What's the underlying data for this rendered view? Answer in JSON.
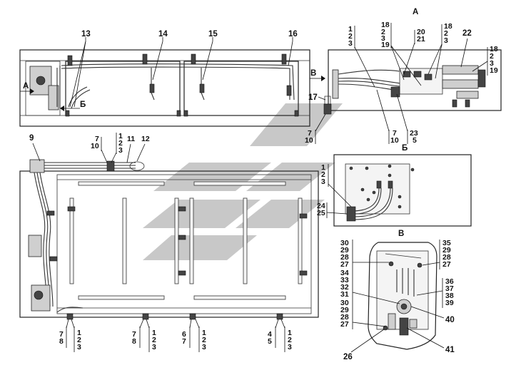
{
  "views": {
    "a": "А",
    "b": "Б",
    "v": "В"
  },
  "arrows": {
    "a_left": "А",
    "b_mid": "Б",
    "v_mid": "В"
  },
  "top_labels": [
    "13",
    "14",
    "15",
    "16"
  ],
  "view_a_labels": {
    "left_stack": [
      "1",
      "2",
      "3"
    ],
    "mid_stack": [
      "18",
      "2",
      "3",
      "19"
    ],
    "n20_21": [
      "20",
      "21"
    ],
    "right_stack_top": [
      "18",
      "2",
      "3"
    ],
    "n22": "22",
    "far_right_stack": [
      "18",
      "2",
      "3",
      "19"
    ],
    "n17": "17",
    "n7_10_left": [
      "7",
      "10"
    ],
    "n7_10_bottom": [
      "7",
      "10"
    ],
    "n23_5": [
      "23",
      "5"
    ]
  },
  "main_labels": {
    "n9": "9",
    "n7_10": [
      "7",
      "10"
    ],
    "n1_2_3_top": [
      "1",
      "2",
      "3"
    ],
    "n11_12": [
      "11",
      "12"
    ],
    "bottom_groups": [
      {
        "left": [
          "7",
          "8"
        ],
        "right": [
          "1",
          "2",
          "3"
        ]
      },
      {
        "left": [
          "7",
          "8"
        ],
        "right": [
          "1",
          "2",
          "3"
        ]
      },
      {
        "left": [
          "6",
          "7"
        ],
        "right": [
          "1",
          "2",
          "3"
        ]
      },
      {
        "left": [
          "4",
          "5"
        ],
        "right": [
          "1",
          "2",
          "3"
        ]
      }
    ]
  },
  "view_b_labels": {
    "stack_123": [
      "1",
      "2",
      "3"
    ],
    "stack_2425": [
      "24",
      "25"
    ]
  },
  "view_v_labels": {
    "top_left": [
      "30",
      "29",
      "28",
      "27"
    ],
    "top_right": [
      "35",
      "29",
      "28",
      "27"
    ],
    "mid_left": [
      "34",
      "33",
      "32",
      "31"
    ],
    "mid_right": [
      "36",
      "37",
      "38",
      "39"
    ],
    "n40": "40",
    "bottom_left": [
      "30",
      "29",
      "28",
      "27"
    ],
    "n26": "26",
    "n41": "41"
  }
}
